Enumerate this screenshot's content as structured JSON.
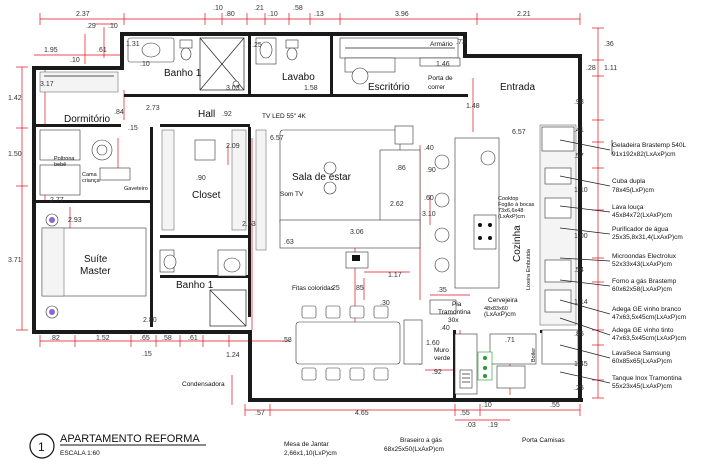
{
  "title": {
    "number": "1",
    "name": "APARTAMENTO REFORMA",
    "scale": "ESCALA 1:60"
  },
  "dims_top": {
    "a": "2.37",
    "b": ".10",
    "c": ".80",
    "d": ".21",
    "e": ".10",
    "f": ".58",
    "g": ".13",
    "h": "3.96",
    "i": "2.21",
    "j": ".29",
    "k": ".10",
    "l": "1.31",
    "m": "1.95",
    "n": ".10",
    "o": ".61",
    "p": ".25",
    "q": ".73",
    "r": "1.46"
  },
  "dims_left": {
    "a": "1.42",
    "b": "3.17",
    "c": "1.50",
    "d": "2.77",
    "e": "2.93",
    "f": "3.71",
    "g": ".10",
    "h": "2.73",
    "i": ".84",
    "j": ".15"
  },
  "dims_right": {
    "a": ".36",
    "b": "1.11",
    "c": ".28",
    "d": ".98",
    "e": ".41",
    "f": ".57",
    "g": "1.10",
    "h": "1.00",
    "i": ".54",
    "j": "1.14",
    "k": ".85",
    "l": "1.45",
    "m": ".25",
    "n": ".71",
    "o": "6.57",
    "p": "1.48"
  },
  "dims_bottom": {
    "a": ".82",
    "b": "1.52",
    "c": ".65",
    "d": ".58",
    "e": ".61",
    "f": "1.24",
    "g": ".15",
    "h": ".57",
    "i": "4.65",
    "j": ".55",
    "k": ".10",
    "l": ".03",
    "m": ".19",
    "n": "2.80",
    "o": ".55"
  },
  "dims_inner": {
    "a": "3.03",
    "b": "1.58",
    "c": ".92",
    "d": "2.09",
    "e": ".90",
    "f": "2.63",
    "g": "6.57",
    "h": ".86",
    "i": "2.62",
    "j": "3.06",
    "k": ".63",
    "l": "1.17",
    "m": ".85",
    "n": ".58",
    "o": ".90",
    "p": ".40",
    "q": ".60",
    "r": "3.10",
    "s": ".35",
    "t": "1.60",
    "u": ".92",
    "v": ".40",
    "w": ".30",
    "x": ".25"
  },
  "rooms": {
    "banho1_top": "Banho 1",
    "lavabo": "Lavabo",
    "escritorio": "Escritório",
    "hall": "Hall",
    "dormitorio": "Dormitório",
    "closet": "Closet",
    "sala": "Sala de estar",
    "suite": "Suíte\nMaster",
    "suite_l1": "Suíte",
    "suite_l2": "Master",
    "banho1_bottom": "Banho 1",
    "entrada": "Entrada",
    "cozinha": "Cozinha"
  },
  "labels": {
    "armario": "Armário",
    "porta_correr": "Porta de\ncorrer",
    "porta_correr_l1": "Porta de",
    "porta_correr_l2": "correr",
    "tv_led": "TV LED 55\" 4K",
    "som_tv": "Som TV",
    "fitas": "Fitas coloridas",
    "poltrona_bebe": "Poltrona\nbebê",
    "poltrona_bebe_l1": "Poltrona",
    "poltrona_bebe_l2": "bebê",
    "cama_bebe": "Cama\ncriança",
    "cama_bebe_l1": "Cama  ",
    "cama_bebe_l2": "criança",
    "gaveteiro": "Gaveteiro",
    "condensadora": "Condensadora",
    "pia": "Pia",
    "tramontina": "Tramontina",
    "pia_dim": "30x",
    "muro_verde": "Muro\nverde",
    "muro_verde_l1": "Muro",
    "muro_verde_l2": "verde",
    "cervejeira": "Cervejeira",
    "cervejeira_dim": "(LxAxP)cm",
    "cooktop_1": "Cooktop",
    "cooktop_2": "Fogão à bocas",
    "cooktop_3": "73x6,6x48",
    "cooktop_4": "(LxAxP)cm",
    "bobo": "Cervejeira",
    "bobo_dim": "48x83x60",
    "bobo_dim2": "(LxAxP)cm",
    "lixeira": "Lixeira\nEmbutida",
    "mesa": "Mesa de Jantar",
    "mesa_dim": "2,66x1,10(LxP)cm",
    "braseiro": "Braseiro a gás",
    "braseiro_dim": "68x25x50(LxAxP)cm",
    "porta_camisas": "Porta Camisas",
    "boiler": "Boiler"
  },
  "legend": [
    {
      "name": "Geladeira Brastemp 540L",
      "dim": "91x192x82(LxAxP)cm"
    },
    {
      "name": "Cuba dupla",
      "dim": "78x45(LxP)cm"
    },
    {
      "name": "Lava louça",
      "dim": "45x84x72(LxAxP)cm"
    },
    {
      "name": "Purificador de água",
      "dim": "25x35,8x31,4(LxAxP)cm"
    },
    {
      "name": "Microondas Electrolux",
      "dim": "52x33x43(LxAxP)cm"
    },
    {
      "name": "Forno a gás Brastemp",
      "dim": "60x62x58(LxAxP)cm"
    },
    {
      "name": "Adega GE vinho branco",
      "dim": "47x63,5x45cm(LxAxP)cm"
    },
    {
      "name": "Adega GE vinho tinto",
      "dim": "47x63,5x45cm(LxAxP)cm"
    },
    {
      "name": "LavaSeca Samsung",
      "dim": "60x85x65(LxAxP)cm"
    },
    {
      "name": "Tanque Inox Tramontina",
      "dim": "55x23x45(LxAxP)cm"
    }
  ]
}
